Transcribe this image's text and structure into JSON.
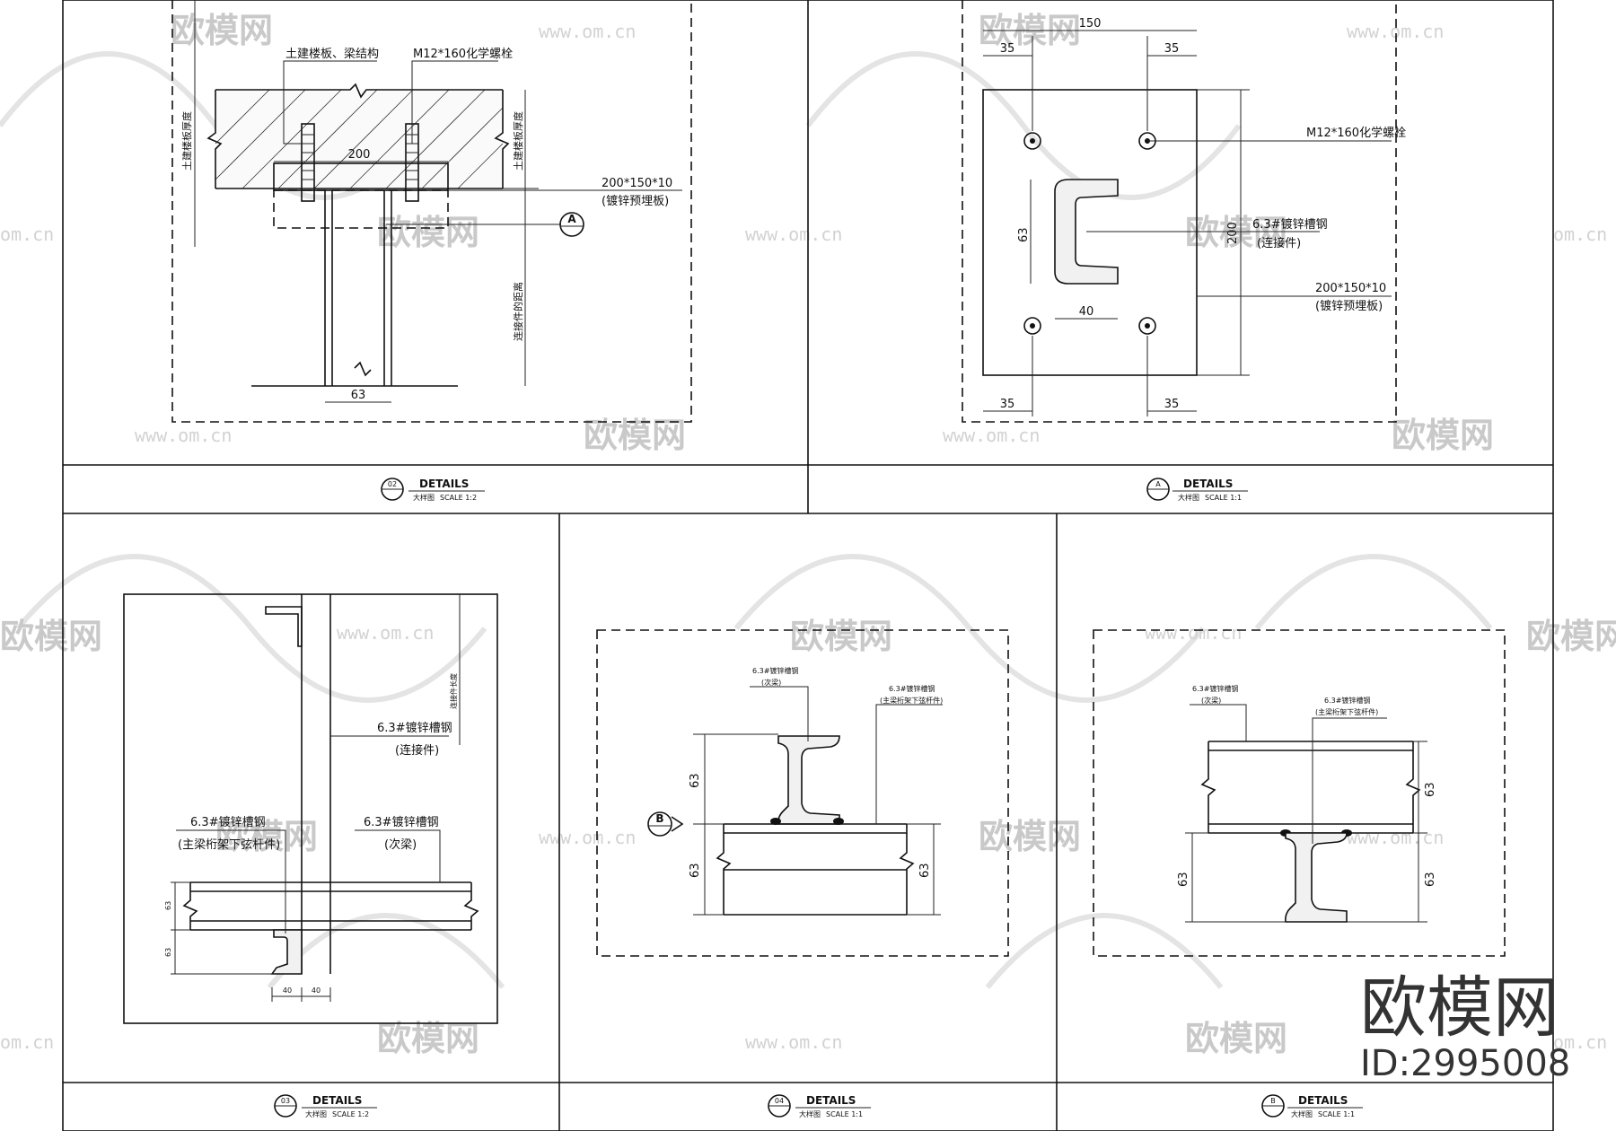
{
  "panels": {
    "p1": {
      "labels": {
        "slab": "土建楼板、梁结构",
        "bolt": "M12*160化学螺栓",
        "plate_dim": "200*150*10",
        "plate_name": "(镀锌预埋板)",
        "dim_200": "200",
        "dim_63": "63",
        "slab_thk_left": "土建楼板厚度",
        "slab_thk_right": "土建楼板厚度",
        "conn_len": "连接件的距离",
        "ref_a": "A"
      },
      "caption": {
        "title": "DETAILS",
        "sub": "大样图",
        "scale": "SCALE 1:2",
        "num": "02"
      }
    },
    "p2": {
      "labels": {
        "dim_150": "150",
        "dim_35_tl": "35",
        "dim_35_tr": "35",
        "dim_35_bl": "35",
        "dim_35_br": "35",
        "dim_63": "63",
        "dim_40": "40",
        "dim_200": "200",
        "bolt": "M12*160化学螺栓",
        "channel": "6.3#镀锌槽钢",
        "channel_sub": "(连接件)",
        "plate_dim": "200*150*10",
        "plate_name": "(镀锌预埋板)"
      },
      "caption": {
        "title": "DETAILS",
        "sub": "大样图",
        "scale": "SCALE 1:1",
        "num": "A"
      }
    },
    "p3": {
      "labels": {
        "channel_conn": "6.3#镀锌槽钢",
        "channel_conn_sub": "(连接件)",
        "channel_main": "6.3#镀锌槽钢",
        "channel_main_sub": "(主梁桁架下弦杆件)",
        "channel_sec": "6.3#镀锌槽钢",
        "channel_sec_sub": "(次梁)",
        "dim_63a": "63",
        "dim_63b": "63",
        "dim_40a": "40",
        "dim_40b": "40",
        "vert": "连接件长度"
      },
      "caption": {
        "title": "DETAILS",
        "sub": "大样图",
        "scale": "SCALE 1:2",
        "num": "03"
      }
    },
    "p4": {
      "labels": {
        "channel_sec": "6.3#镀锌槽钢",
        "channel_sec_sub": "(次梁)",
        "channel_main": "6.3#镀锌槽钢",
        "channel_main_sub": "(主梁桁架下弦杆件)",
        "dim_63a": "63",
        "dim_63b": "63",
        "dim_63c": "63",
        "ref_b": "B"
      },
      "caption": {
        "title": "DETAILS",
        "sub": "大样图",
        "scale": "SCALE 1:1",
        "num": "04"
      }
    },
    "p5": {
      "labels": {
        "channel_sec": "6.3#镀锌槽钢",
        "channel_sec_sub": "(次梁)",
        "channel_main": "6.3#镀锌槽钢",
        "channel_main_sub": "(主梁桁架下弦杆件)",
        "dim_63a": "63",
        "dim_63b": "63",
        "dim_63c": "63"
      },
      "caption": {
        "title": "DETAILS",
        "sub": "大样图",
        "scale": "SCALE 1:1",
        "num": "B"
      }
    }
  },
  "watermark": {
    "brand": "欧模网",
    "url": "www.om.cn",
    "url_short": "om.cn",
    "id": "ID:2995008"
  }
}
